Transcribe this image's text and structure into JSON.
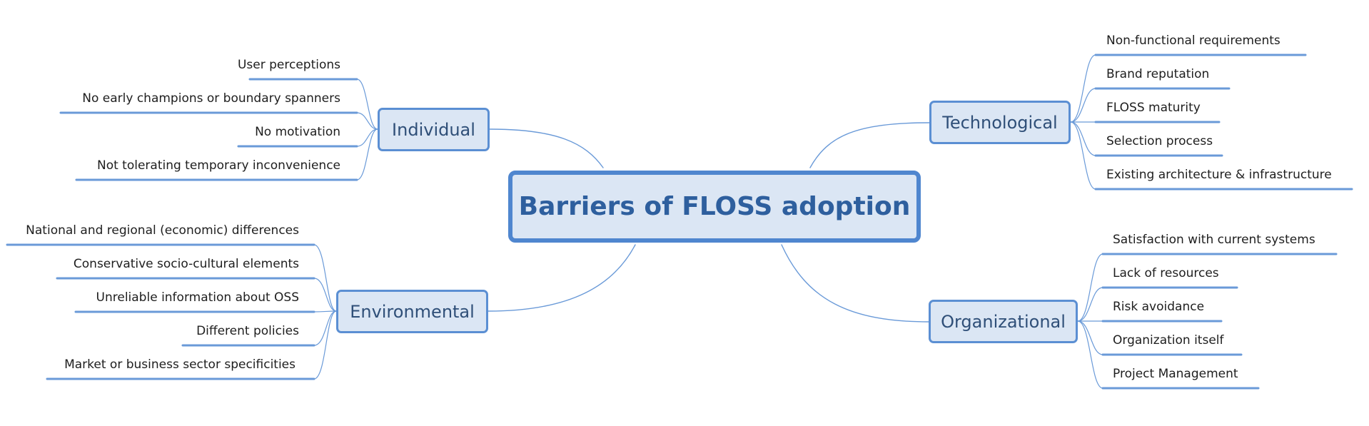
{
  "mindmap": {
    "central": {
      "label": "Barriers of FLOSS adoption"
    },
    "branches": [
      {
        "id": "individual",
        "label": "Individual",
        "items": [
          "User perceptions",
          "No early champions or boundary spanners",
          "No motivation",
          "Not tolerating temporary inconvenience"
        ]
      },
      {
        "id": "environmental",
        "label": "Environmental",
        "items": [
          "National and regional (economic) differences",
          "Conservative socio-cultural elements",
          "Unreliable information about OSS",
          "Different policies",
          "Market or business sector specificities"
        ]
      },
      {
        "id": "technological",
        "label": "Technological",
        "items": [
          "Non-functional requirements",
          "Brand reputation",
          "FLOSS maturity",
          "Selection process",
          "Existing architecture & infrastructure"
        ]
      },
      {
        "id": "organizational",
        "label": "Organizational",
        "items": [
          "Satisfaction with current systems",
          "Lack of resources",
          "Risk avoidance",
          "Organization itself",
          "Project Management"
        ]
      }
    ]
  },
  "colors": {
    "central_fill": "#dbe6f4",
    "central_border": "#4f86cf",
    "central_text": "#2e5f9e",
    "branch_fill": "#dbe6f4",
    "branch_border": "#5b8fd3",
    "branch_text": "#2f4f78",
    "connector": "#6a9ad8",
    "leaf_text": "#1e1e1e"
  }
}
